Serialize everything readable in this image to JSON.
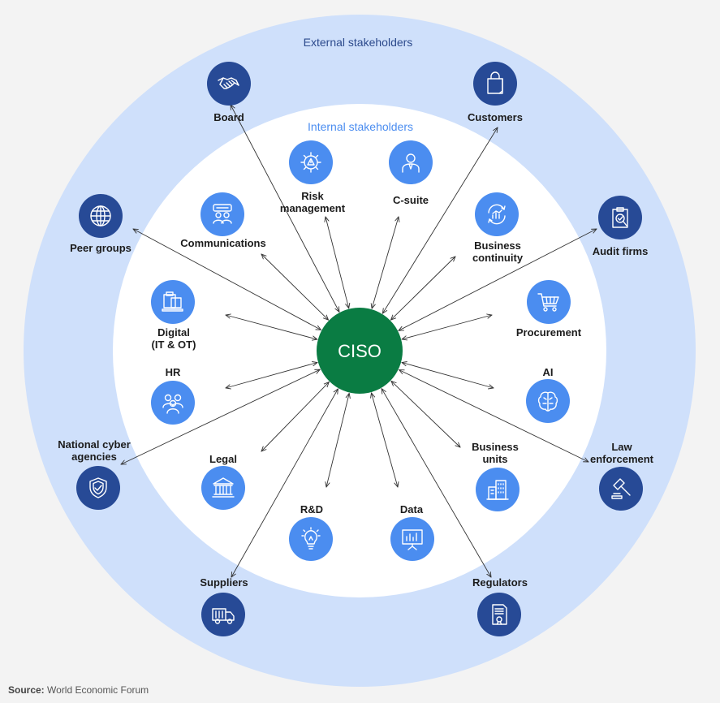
{
  "external_title": "External stakeholders",
  "internal_title": "Internal stakeholders",
  "center": "CISO",
  "source_label": "Source:",
  "source_text": "World Economic Forum",
  "colors": {
    "outer_ring": "#cfe0fb",
    "inner_disc": "#ffffff",
    "external_node": "#274a96",
    "internal_node": "#4b8df0",
    "center": "#0a7c43",
    "external_title": "#2c4a8c",
    "internal_title": "#4b8df0"
  },
  "external": [
    {
      "id": "board",
      "label": [
        "Board"
      ],
      "icon": "handshake-icon"
    },
    {
      "id": "customers",
      "label": [
        "Customers"
      ],
      "icon": "shopping-bag-icon"
    },
    {
      "id": "peer-groups",
      "label": [
        "Peer groups"
      ],
      "icon": "globe-icon"
    },
    {
      "id": "audit-firms",
      "label": [
        "Audit firms"
      ],
      "icon": "audit-clipboard-icon"
    },
    {
      "id": "national-cyber-agencies",
      "label": [
        "National cyber",
        "agencies"
      ],
      "icon": "shield-check-icon"
    },
    {
      "id": "law-enforcement",
      "label": [
        "Law",
        "enforcement"
      ],
      "icon": "gavel-icon"
    },
    {
      "id": "suppliers",
      "label": [
        "Suppliers"
      ],
      "icon": "truck-icon"
    },
    {
      "id": "regulators",
      "label": [
        "Regulators"
      ],
      "icon": "document-icon"
    }
  ],
  "internal": [
    {
      "id": "risk-management",
      "label": [
        "Risk",
        "management"
      ],
      "icon": "gear-warning-icon"
    },
    {
      "id": "c-suite",
      "label": [
        "C-suite"
      ],
      "icon": "executive-icon"
    },
    {
      "id": "communications",
      "label": [
        "Communications"
      ],
      "icon": "chat-people-icon"
    },
    {
      "id": "business-continuity",
      "label": [
        "Business",
        "continuity"
      ],
      "icon": "cycle-chart-icon"
    },
    {
      "id": "digital",
      "label": [
        "Digital",
        "(IT & OT)"
      ],
      "icon": "devices-icon"
    },
    {
      "id": "procurement",
      "label": [
        "Procurement"
      ],
      "icon": "cart-icon"
    },
    {
      "id": "hr",
      "label": [
        "HR"
      ],
      "icon": "people-icon"
    },
    {
      "id": "ai",
      "label": [
        "AI"
      ],
      "icon": "brain-icon"
    },
    {
      "id": "legal",
      "label": [
        "Legal"
      ],
      "icon": "courthouse-icon"
    },
    {
      "id": "business-units",
      "label": [
        "Business",
        "units"
      ],
      "icon": "buildings-icon"
    },
    {
      "id": "rnd",
      "label": [
        "R&D"
      ],
      "icon": "lightbulb-icon"
    },
    {
      "id": "data",
      "label": [
        "Data"
      ],
      "icon": "presentation-chart-icon"
    }
  ]
}
